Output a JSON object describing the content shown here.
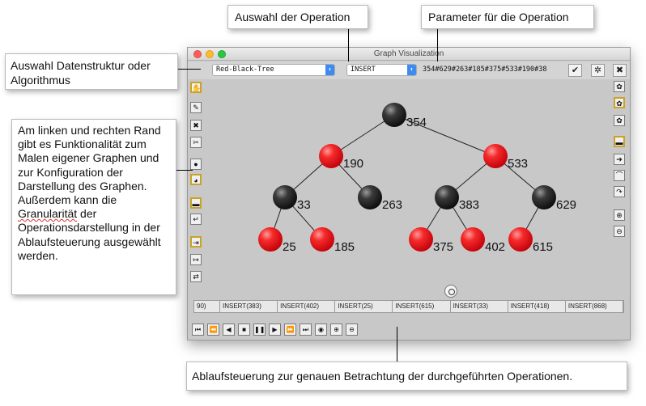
{
  "window": {
    "title": "Graph Visualization",
    "datastructure_select": "Red-Black-Tree",
    "operation_select": "INSERT",
    "parameter": "354#629#263#185#375#533#190#38"
  },
  "callouts": {
    "operation": "Auswahl der Operation",
    "parameter": "Parameter für die Operation",
    "datastructure": "Auswahl Datenstruktur oder Algorithmus",
    "side_1": "Am linken und rechten Rand gibt es Funktionalität zum Malen eigener Graphen und zur Konfiguration der Darstellung des Graphen. Außerdem kann die ",
    "side_wavy": "Granularität",
    "side_2": " der Operationsdarstellung in der Ablaufsteuerung ausgewählt werden.",
    "flow": "Ablaufsteuerung zur genauen Betrachtung der durchgeführten Operationen."
  },
  "tree": {
    "nodes": [
      {
        "label": "354",
        "color": "black"
      },
      {
        "label": "190",
        "color": "red"
      },
      {
        "label": "533",
        "color": "red"
      },
      {
        "label": "33",
        "color": "black"
      },
      {
        "label": "263",
        "color": "black"
      },
      {
        "label": "383",
        "color": "black"
      },
      {
        "label": "629",
        "color": "black"
      },
      {
        "label": "25",
        "color": "red"
      },
      {
        "label": "185",
        "color": "red"
      },
      {
        "label": "375",
        "color": "red"
      },
      {
        "label": "402",
        "color": "red"
      },
      {
        "label": "615",
        "color": "red"
      }
    ],
    "edges": [
      [
        0,
        1
      ],
      [
        0,
        2
      ],
      [
        1,
        3
      ],
      [
        1,
        4
      ],
      [
        2,
        5
      ],
      [
        2,
        6
      ],
      [
        3,
        7
      ],
      [
        3,
        8
      ],
      [
        5,
        9
      ],
      [
        5,
        10
      ],
      [
        6,
        11
      ]
    ]
  },
  "operations": [
    "90)",
    "INSERT(383)",
    "INSERT(402)",
    "INSERT(25)",
    "INSERT(615)",
    "INSERT(33)",
    "INSERT(418)",
    "INSERT(868)"
  ],
  "colors": {
    "red_node": "#e8101c",
    "black_node": "#1e1e1e",
    "canvas_bg": "#c8c8c8"
  }
}
